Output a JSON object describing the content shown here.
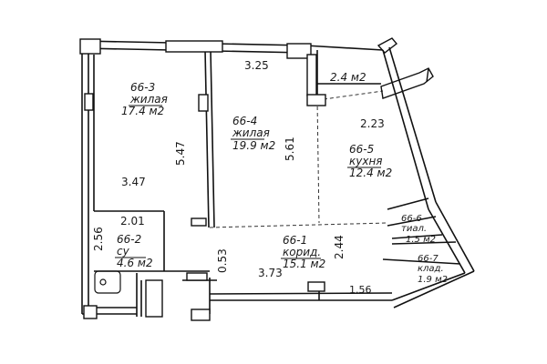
{
  "plan": {
    "rooms": [
      {
        "id": "66-3",
        "name": "жилая",
        "area": "17.4 м2"
      },
      {
        "id": "66-4",
        "name": "жилая",
        "area": "19.9 м2"
      },
      {
        "id": "66-5",
        "name": "кухня",
        "area": "12.4 м2"
      },
      {
        "id": "66-2",
        "name": "су",
        "area": "4.6 м2"
      },
      {
        "id": "66-1",
        "name": "корид.",
        "area": "15.1 м2"
      },
      {
        "id": "66-6",
        "name": "тиал.",
        "area": "1.5 м2"
      },
      {
        "id": "66-7",
        "name": "клад.",
        "area": "1.9 м2"
      }
    ],
    "balcony_area": "2.4 м2",
    "dimensions": {
      "top_mid": "3.25",
      "room3_height": "5.47",
      "room3_width": "3.47",
      "room4_height": "5.61",
      "kitchen_width": "2.23",
      "bath_width": "2.01",
      "bath_height": "2.56",
      "corridor_small": "0.53",
      "corridor_width": "3.73",
      "corridor_height": "2.44",
      "bottom_right": "1.56"
    }
  }
}
